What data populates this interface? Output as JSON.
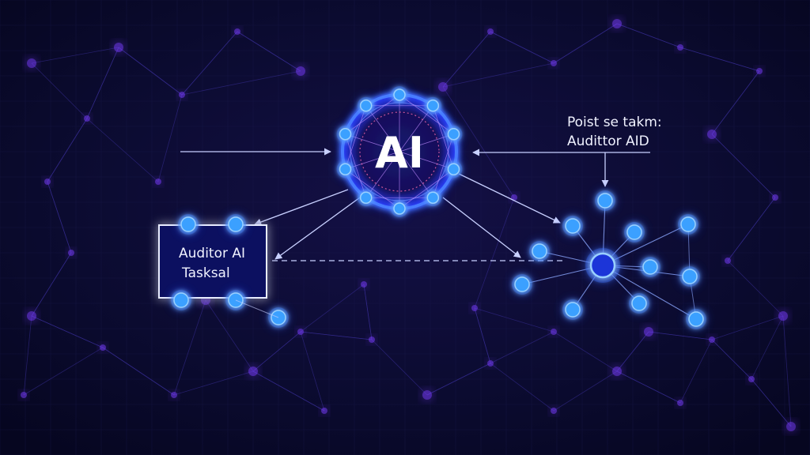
{
  "core": {
    "label": "AI"
  },
  "task_box": {
    "line1": "Auditor AI",
    "line2": "Tasksal"
  },
  "note": {
    "line1": "Poist se takm:",
    "line2": "Audittor AID"
  },
  "colors": {
    "background": "#0a0a2a",
    "node_blue": "#3aa0ff",
    "node_glow": "#2a5bff",
    "bg_node_purple": "#7a3cff",
    "edge_line": "#c8d0ff",
    "text": "#ffffff"
  },
  "icons": {
    "arrowhead": "arrowhead-icon"
  }
}
